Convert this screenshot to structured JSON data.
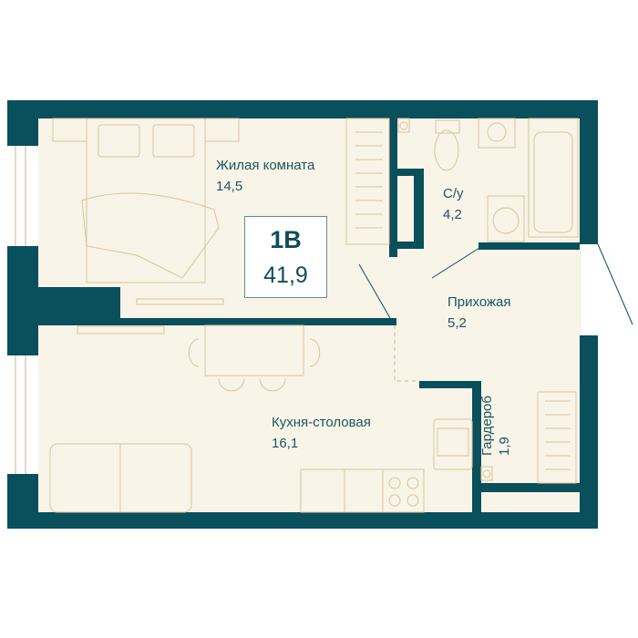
{
  "apartment": {
    "type": "1В",
    "total_area": "41,9"
  },
  "rooms": [
    {
      "name": "Жилая комната",
      "area": "14,5"
    },
    {
      "name": "С/у",
      "area": "4,2"
    },
    {
      "name": "Прихожая",
      "area": "5,2"
    },
    {
      "name": "Кухня-столовая",
      "area": "16,1"
    },
    {
      "name": "Гардероб",
      "area": "1,9"
    }
  ],
  "colors": {
    "wall": "#0a4f5c",
    "floor": "#f8f4e7",
    "furniture": "#dcc49c",
    "text": "#1b5663"
  }
}
